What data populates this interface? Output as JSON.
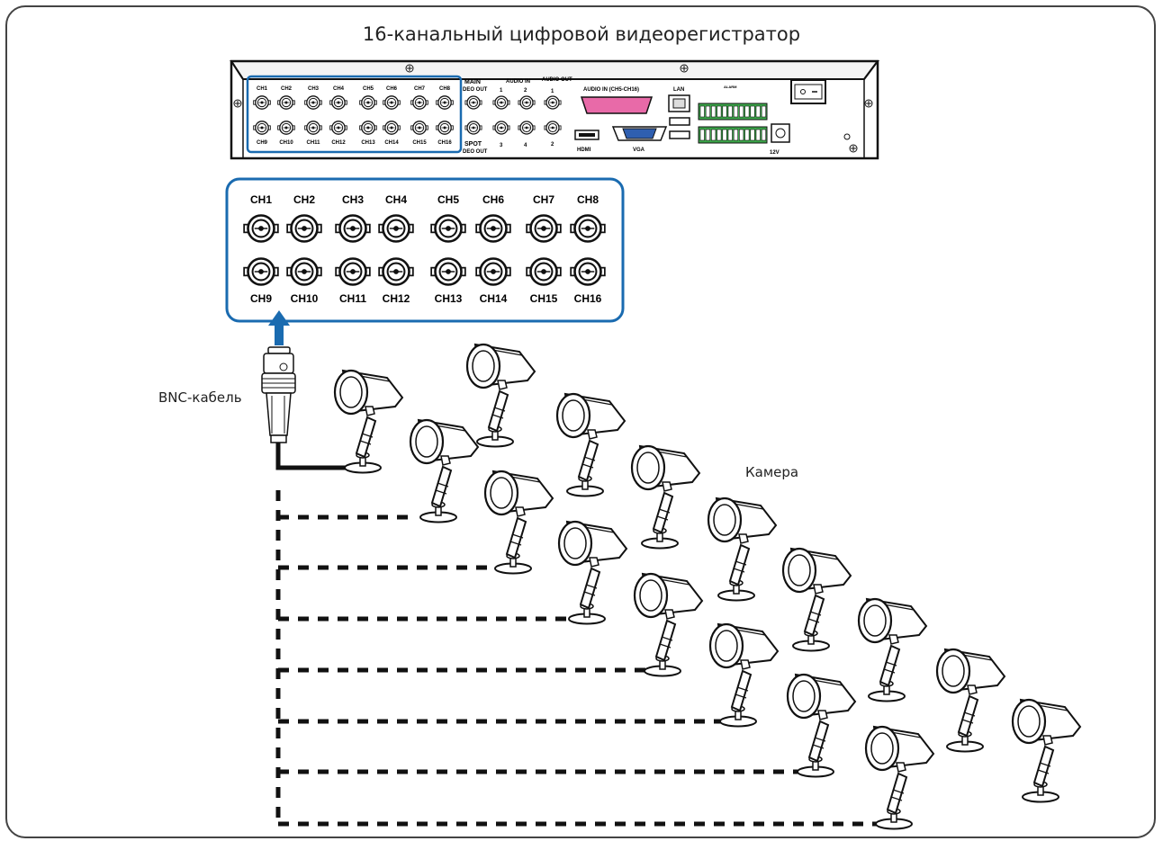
{
  "title": "16-канальный цифровой видеорегистратор",
  "labels": {
    "bnc_cable": "BNC-кабель",
    "camera": "Камера"
  },
  "channels_top": [
    "CH1",
    "CH2",
    "CH3",
    "CH4",
    "CH5",
    "CH6",
    "CH7",
    "CH8"
  ],
  "channels_bottom": [
    "CH9",
    "CH10",
    "CH11",
    "CH12",
    "CH13",
    "CH14",
    "CH15",
    "CH16"
  ],
  "dvr_panel": {
    "main_label": "MAIN",
    "video_out": "DEO OUT",
    "spot_label": "SPOT",
    "audio_in": "AUDIO IN",
    "audio_out": "AUDIO OUT",
    "audio_in_ch": "AUDIO IN (CH5-CH16)",
    "lan": "LAN",
    "hdmi": "HDMI",
    "vga": "VGA",
    "power": "12V",
    "alarm": "ALARM",
    "audio_nums": [
      "1",
      "2",
      "3",
      "4"
    ],
    "audio_out_nums": [
      "1",
      "2"
    ]
  },
  "colors": {
    "accent_blue": "#1a6bb0",
    "connector_pink": "#e86aa8",
    "vga_blue": "#2f5fb0",
    "terminal_green": "#3ca84a"
  },
  "camera_count": 16
}
